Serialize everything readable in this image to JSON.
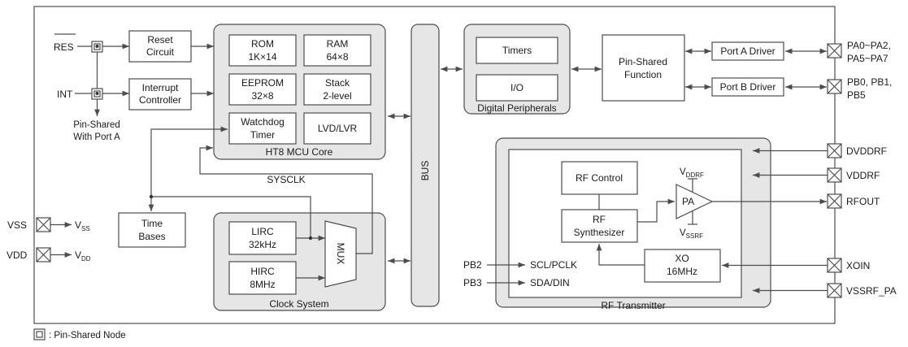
{
  "colors": {
    "line": "#4d4d4d",
    "group_fill": "#e6e6e6",
    "box_fill": "#ffffff"
  },
  "pins_left": {
    "res": "RES",
    "int": "INT",
    "pin_shared_l1": "Pin-Shared",
    "pin_shared_l2": "With Port A",
    "vss": "VSS",
    "vss_rail": "V",
    "vss_rail_sub": "SS",
    "vdd": "VDD",
    "vdd_rail": "V",
    "vdd_rail_sub": "DD"
  },
  "blocks": {
    "reset_l1": "Reset",
    "reset_l2": "Circuit",
    "irq_l1": "Interrupt",
    "irq_l2": "Controller",
    "time_l1": "Time",
    "time_l2": "Bases"
  },
  "mcu_core": {
    "label": "HT8 MCU Core",
    "rom_l1": "ROM",
    "rom_l2": "1K×14",
    "ram_l1": "RAM",
    "ram_l2": "64×8",
    "eeprom_l1": "EEPROM",
    "eeprom_l2": "32×8",
    "stack_l1": "Stack",
    "stack_l2": "2-level",
    "wdt_l1": "Watchdog",
    "wdt_l2": "Timer",
    "lvd": "LVD/LVR"
  },
  "sysclk": "SYSCLK",
  "clock_system": {
    "label": "Clock System",
    "lirc_l1": "LIRC",
    "lirc_l2": "32kHz",
    "hirc_l1": "HIRC",
    "hirc_l2": "8MHz",
    "mux": "MUX"
  },
  "bus": "BUS",
  "digital_peripherals": {
    "label": "Digital Peripherals",
    "timers": "Timers",
    "io": "I/O"
  },
  "pin_shared_function_l1": "Pin-Shared",
  "pin_shared_function_l2": "Function",
  "port_a_driver": "Port A Driver",
  "port_b_driver": "Port B Driver",
  "pins_right": {
    "pa_l1": "PA0~PA2,",
    "pa_l2": "PA5~PA7",
    "pb_l1": "PB0, PB1,",
    "pb_l2": "PB5",
    "dvddrf": "DVDDRF",
    "vddrf": "VDDRF",
    "rfout": "RFOUT",
    "xoin": "XOIN",
    "vssrf_pa": "VSSRF_PA"
  },
  "rf_transmitter": {
    "label": "RF Transmitter",
    "rf_control": "RF Control",
    "synth_l1": "RF",
    "synth_l2": "Synthesizer",
    "pa": "PA",
    "vddrf": "V",
    "vddrf_sub": "DDRF",
    "vssrf": "V",
    "vssrf_sub": "SSRF",
    "xo_l1": "XO",
    "xo_l2": "16MHz",
    "pb2": "PB2",
    "scl": "SCL/PCLK",
    "pb3": "PB3",
    "sda": "SDA/DIN"
  },
  "legend": ": Pin-Shared Node"
}
